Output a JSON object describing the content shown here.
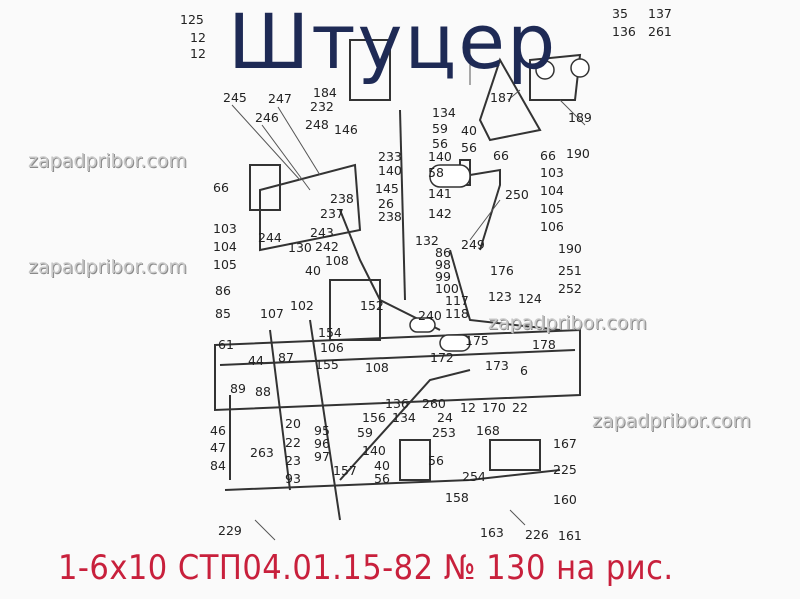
{
  "title": "Штуцер",
  "caption": "1-6x10 СТП04.01.15-82 № 130 на рис.",
  "watermark": "zapadpribor.com",
  "colors": {
    "title": "#1e2a55",
    "caption": "#c8203c",
    "watermark": "#c9c9c9"
  },
  "part_labels": [
    "125",
    "12",
    "12",
    "184",
    "245",
    "247",
    "246",
    "232",
    "248",
    "146",
    "35",
    "136",
    "137",
    "134",
    "59",
    "56",
    "140",
    "40",
    "56",
    "187",
    "189",
    "190",
    "261",
    "66",
    "66",
    "103",
    "104",
    "105",
    "106",
    "58",
    "141",
    "142",
    "145",
    "140",
    "233",
    "26",
    "238",
    "238",
    "237",
    "66",
    "103",
    "104",
    "105",
    "244",
    "243",
    "130",
    "242",
    "40",
    "108",
    "132",
    "86",
    "98",
    "99",
    "100",
    "117",
    "118",
    "249",
    "176",
    "250",
    "190",
    "251",
    "252",
    "123",
    "124",
    "86",
    "85",
    "107",
    "102",
    "152",
    "154",
    "61",
    "44",
    "87",
    "106",
    "155",
    "240",
    "175",
    "178",
    "172",
    "173",
    "6",
    "108",
    "89",
    "88",
    "136",
    "260",
    "156",
    "134",
    "24",
    "12",
    "170",
    "22",
    "59",
    "253",
    "168",
    "46",
    "47",
    "84",
    "20",
    "22",
    "23",
    "93",
    "263",
    "95",
    "96",
    "97",
    "157",
    "140",
    "40",
    "56",
    "56",
    "167",
    "225",
    "254",
    "158",
    "160",
    "229",
    "163",
    "226",
    "161"
  ]
}
